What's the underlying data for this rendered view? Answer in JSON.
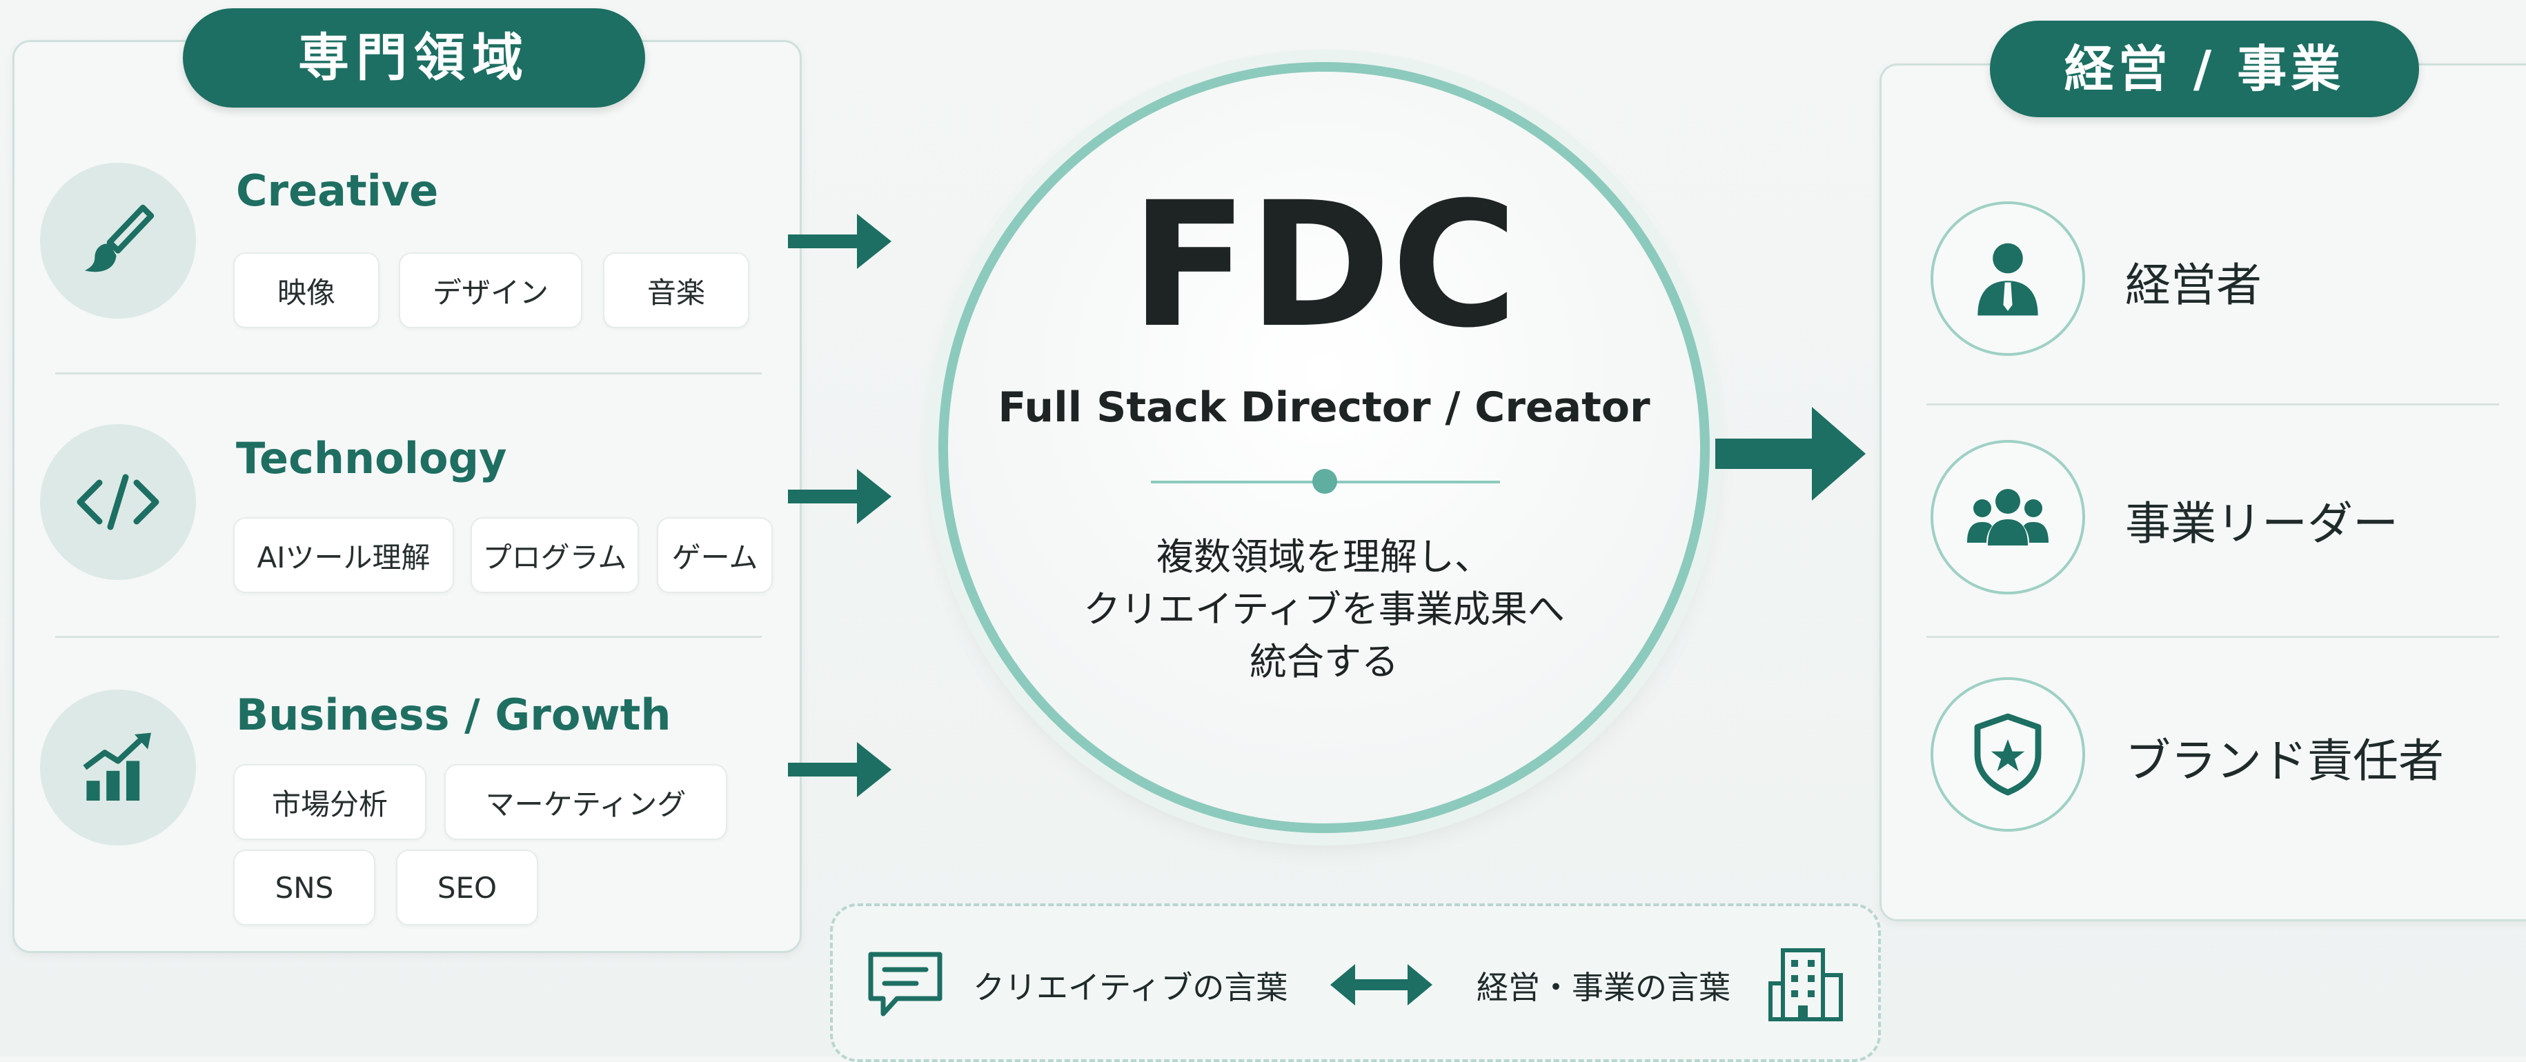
{
  "left_panel": {
    "title": "専門領域",
    "categories": [
      {
        "title": "Creative",
        "icon": "paintbrush-icon",
        "tags": [
          "映像",
          "デザイン",
          "音楽"
        ]
      },
      {
        "title": "Technology",
        "icon": "code-icon",
        "tags": [
          "AIツール理解",
          "プログラム",
          "ゲーム"
        ]
      },
      {
        "title": "Business / Growth",
        "icon": "growth-chart-icon",
        "tags": [
          "市場分析",
          "マーケティング",
          "SNS",
          "SEO"
        ]
      }
    ]
  },
  "center": {
    "title": "FDC",
    "subtitle": "Full Stack Director / Creator",
    "description_lines": [
      "複数領域を理解し、",
      "クリエイティブを事業成果へ",
      "統合する"
    ]
  },
  "right_panel": {
    "title": "経営 / 事業",
    "roles": [
      {
        "label": "経営者",
        "icon": "executive-icon"
      },
      {
        "label": "事業リーダー",
        "icon": "team-icon"
      },
      {
        "label": "ブランド責任者",
        "icon": "shield-star-icon"
      }
    ]
  },
  "bottom": {
    "left_label": "クリエイティブの言葉",
    "right_label": "経営・事業の言葉",
    "left_icon": "chat-icon",
    "right_icon": "building-icon"
  },
  "colors": {
    "primary": "#1c6f62",
    "accent_ring": "#8ccabd",
    "background": "#f3f6f5"
  }
}
